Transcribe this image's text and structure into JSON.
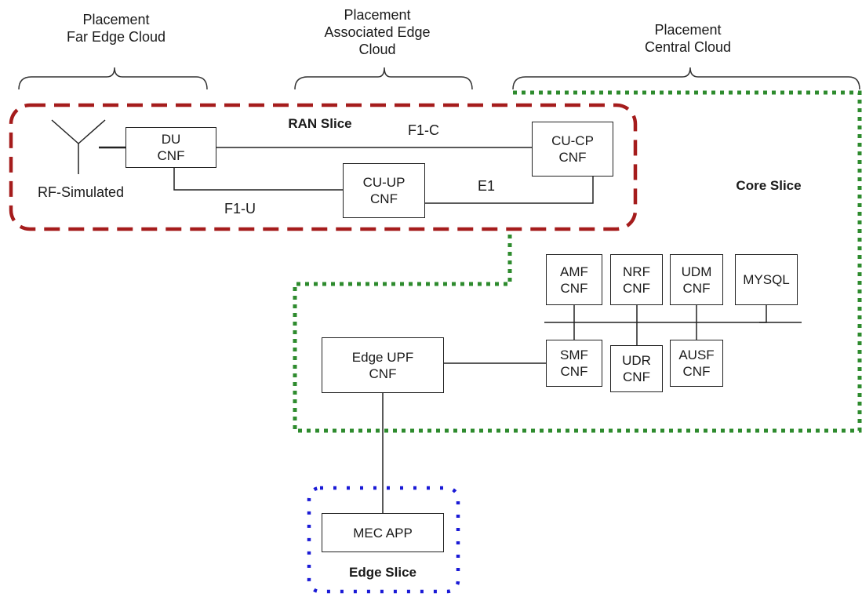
{
  "placements": {
    "far_edge": [
      "Placement",
      "Far Edge Cloud"
    ],
    "assoc_edge": [
      "Placement",
      "Associated Edge",
      "Cloud"
    ],
    "central": [
      "Placement",
      "Central Cloud"
    ]
  },
  "slices": {
    "ran": "RAN Slice",
    "core": "Core Slice",
    "edge": "Edge Slice"
  },
  "slice_colors": {
    "ran": "#a51c1c",
    "core": "#2e8b2e",
    "edge": "#1a1ad6"
  },
  "antenna": {
    "icon": "antenna-icon",
    "label": "RF-Simulated"
  },
  "links": {
    "f1c": "F1-C",
    "f1u": "F1-U",
    "e1": "E1"
  },
  "nodes": {
    "du": [
      "DU",
      "CNF"
    ],
    "cucp": [
      "CU-CP",
      "CNF"
    ],
    "cuup": [
      "CU-UP",
      "CNF"
    ],
    "amf": [
      "AMF",
      "CNF"
    ],
    "nrf": [
      "NRF",
      "CNF"
    ],
    "udm": [
      "UDM",
      "CNF"
    ],
    "mysql": [
      "MYSQL"
    ],
    "smf": [
      "SMF",
      "CNF"
    ],
    "udr": [
      "UDR",
      "CNF"
    ],
    "ausf": [
      "AUSF",
      "CNF"
    ],
    "edge_upf": [
      "Edge UPF",
      "CNF"
    ],
    "mec": [
      "MEC APP"
    ]
  }
}
